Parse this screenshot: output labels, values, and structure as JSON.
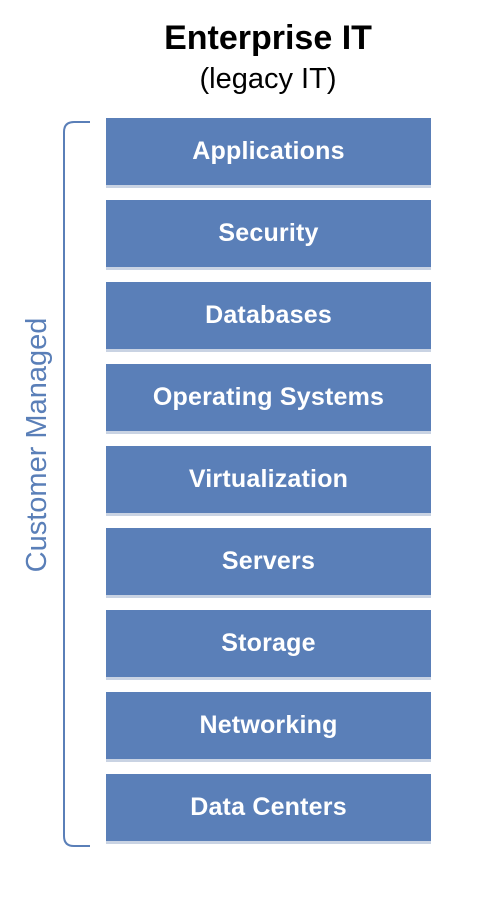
{
  "header": {
    "title": "Enterprise IT",
    "subtitle": "(legacy IT)"
  },
  "side_label": "Customer Managed",
  "colors": {
    "layer_fill": "#5a7fb8",
    "layer_text": "#ffffff",
    "bracket": "#5a7fb8",
    "side_label": "#5a7fb8"
  },
  "layers": [
    {
      "label": "Applications"
    },
    {
      "label": "Security"
    },
    {
      "label": "Databases"
    },
    {
      "label": "Operating Systems"
    },
    {
      "label": "Virtualization"
    },
    {
      "label": "Servers"
    },
    {
      "label": "Storage"
    },
    {
      "label": "Networking"
    },
    {
      "label": "Data Centers"
    }
  ]
}
